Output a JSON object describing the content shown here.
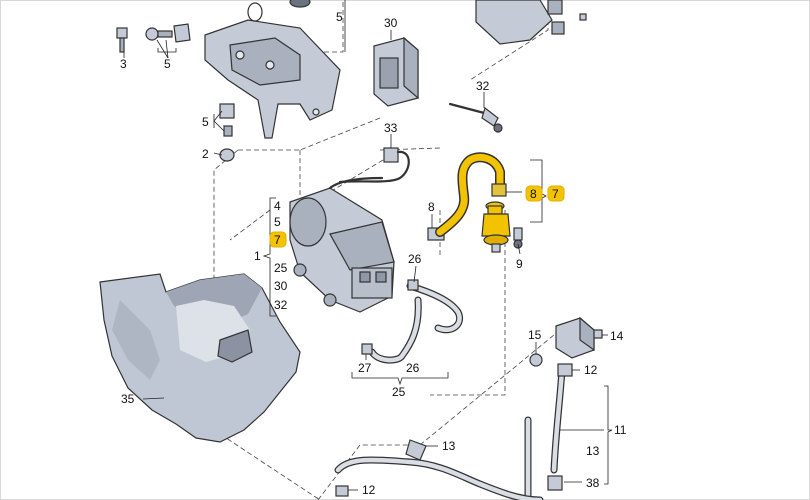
{
  "labels": {
    "p3": "3",
    "p5_top": "5",
    "p5_bracket": "5",
    "p30": "30",
    "p32": "32",
    "p33": "33",
    "p5_mid": "5",
    "p2": "2",
    "p4": "4",
    "p5_list": "5",
    "p7_list": "7",
    "p1": "1",
    "p25_list": "25",
    "p30_list": "30",
    "p32_list": "32",
    "p8_left": "8",
    "p8_right": "8",
    "p7_right": "7",
    "p9": "9",
    "p26_top": "26",
    "p27": "27",
    "p26_bottom": "26",
    "p25_bottom": "25",
    "p15": "15",
    "p14": "14",
    "p12_mid": "12",
    "p11": "11",
    "p13_right": "13",
    "p38": "38",
    "p13_bottom": "13",
    "p12_bottom": "12",
    "p35": "35"
  },
  "colors": {
    "highlight": "#f3c200",
    "line": "#222222",
    "part_fill": "#c5cbd6"
  }
}
